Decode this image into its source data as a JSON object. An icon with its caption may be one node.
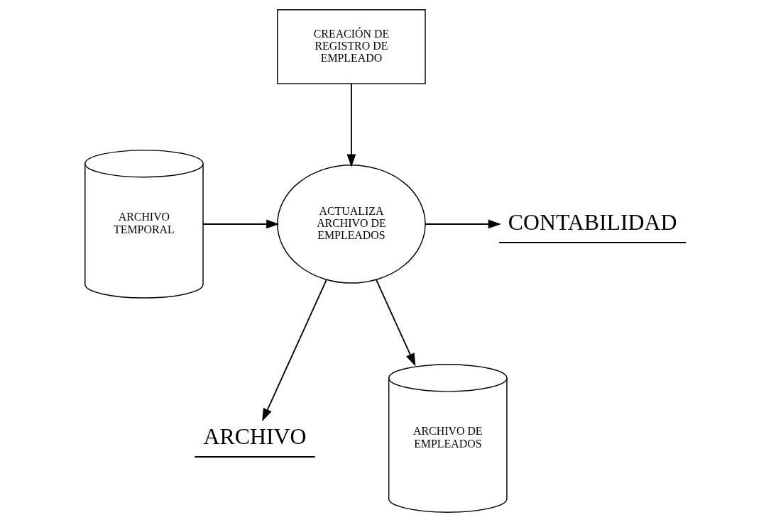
{
  "diagram": {
    "nodes": [
      {
        "text": [
          "CREACIÓN DE REGISTRO DE EMPLEADO"
        ]
      },
      {
        "text": [
          "ARCHIVO TEMPORAL"
        ]
      },
      {
        "text": [
          "ACTUALIZA ARCHIVO DE EMPLEADOS"
        ]
      },
      {
        "text": [
          "CONTABILIDAD"
        ]
      },
      {
        "text": [
          "ARCHIVO"
        ]
      },
      {
        "text": [
          "ARCHIVO DE EMPLEADOS"
        ]
      }
    ],
    "edges": [
      {
        "from": 0,
        "to": 2,
        "arrow": "to"
      },
      {
        "from": 1,
        "to": 2,
        "arrow": "to"
      },
      {
        "from": 2,
        "to": 3,
        "arrow": "to"
      },
      {
        "from": 2,
        "to": 4,
        "arrow": "to"
      },
      {
        "from": 2,
        "to": 5,
        "arrow": "to"
      }
    ]
  }
}
